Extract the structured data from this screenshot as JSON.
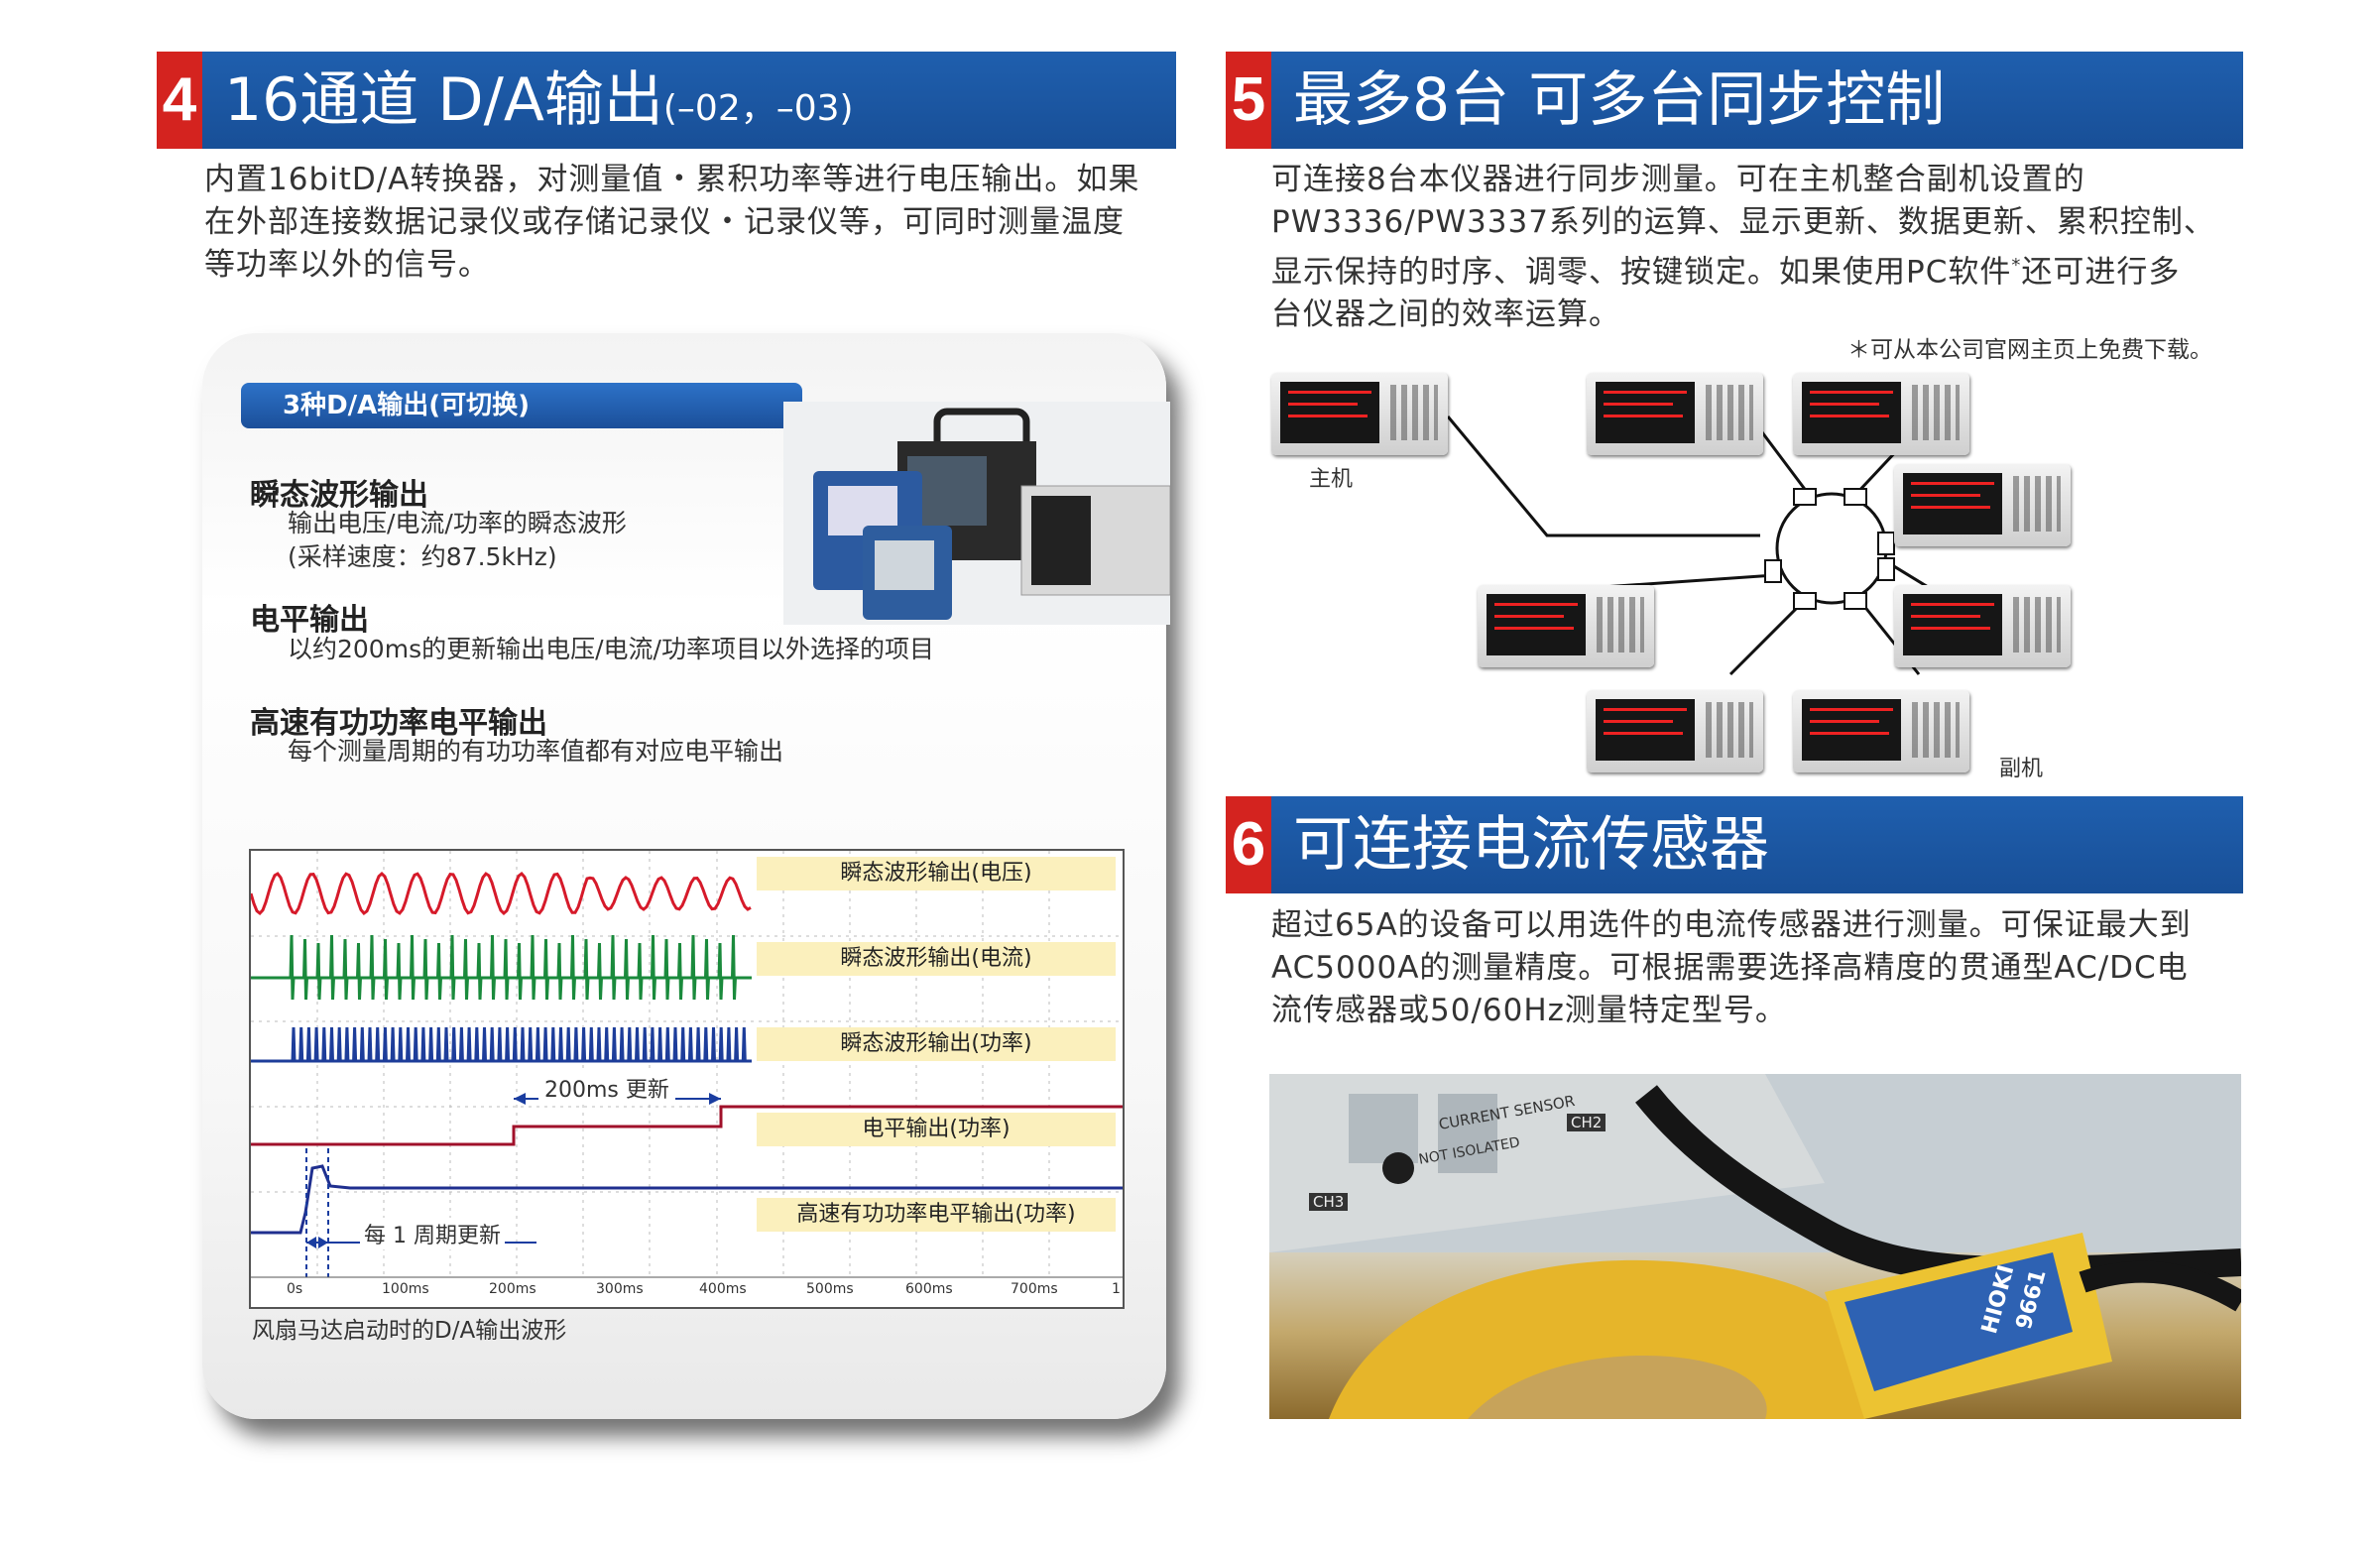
{
  "sec4": {
    "num": "4",
    "title": "16通道 D/A输出",
    "suffix": "(–02，–03)",
    "text": [
      "内置16bitD/A转换器，对测量值・累积功率等进行电压输出。如果",
      "在外部连接数据记录仪或存储记录仪・记录仪等，可同时测量温度",
      "等功率以外的信号。"
    ]
  },
  "panel": {
    "badge": "3种D/A输出(可切换)",
    "items": [
      {
        "title": "瞬态波形输出",
        "lines": [
          "输出电压/电流/功率的瞬态波形",
          "(采样速度：约87.5kHz)"
        ]
      },
      {
        "title": "电平输出",
        "lines": [
          "以约200ms的更新输出电压/电流/功率项目以外选择的项目"
        ]
      },
      {
        "title": "高速有功功率电平输出",
        "lines": [
          "每个测量周期的有功功率值都有对应电平输出"
        ]
      }
    ],
    "scope": {
      "labels": [
        "瞬态波形输出(电压)",
        "瞬态波形输出(电流)",
        "瞬态波形输出(功率)",
        "电平输出(功率)",
        "高速有功功率电平输出(功率)"
      ],
      "ann_200": "200ms 更新",
      "ann_cycle": "每 1 周期更新",
      "ticks": [
        "0s",
        "100ms",
        "200ms",
        "300ms",
        "400ms",
        "500ms",
        "600ms",
        "700ms",
        "1"
      ]
    },
    "caption": "风扇马达启动时的D/A输出波形"
  },
  "sec5": {
    "num": "5",
    "title": "最多8台  可多台同步控制",
    "text": [
      "可连接8台本仪器进行同步测量。可在主机整合副机设置的",
      "PW3336/PW3337系列的运算、显示更新、数据更新、累积控制、",
      "显示保持的时序、调零、按键锁定。如果使用PC软件",
      "还可进行多",
      "台仪器之间的效率运算。"
    ],
    "footnote": "＊可从本公司官网主页上免费下载。",
    "host": "主机",
    "slave": "副机"
  },
  "sec6": {
    "num": "6",
    "title": "可连接电流传感器",
    "text": [
      "超过65A的设备可以用选件的电流传感器进行测量。可保证最大到",
      "AC5000A的测量精度。可根据需要选择高精度的贯通型AC/DC电",
      "流传感器或50/60Hz测量特定型号。"
    ],
    "photo_text": {
      "sensor": "CURRENT SENSOR",
      "isolated": "NOT ISOLATED",
      "ch3": "CH3",
      "ch2": "CH2",
      "brand": "HIOKI",
      "model": "9661"
    }
  }
}
